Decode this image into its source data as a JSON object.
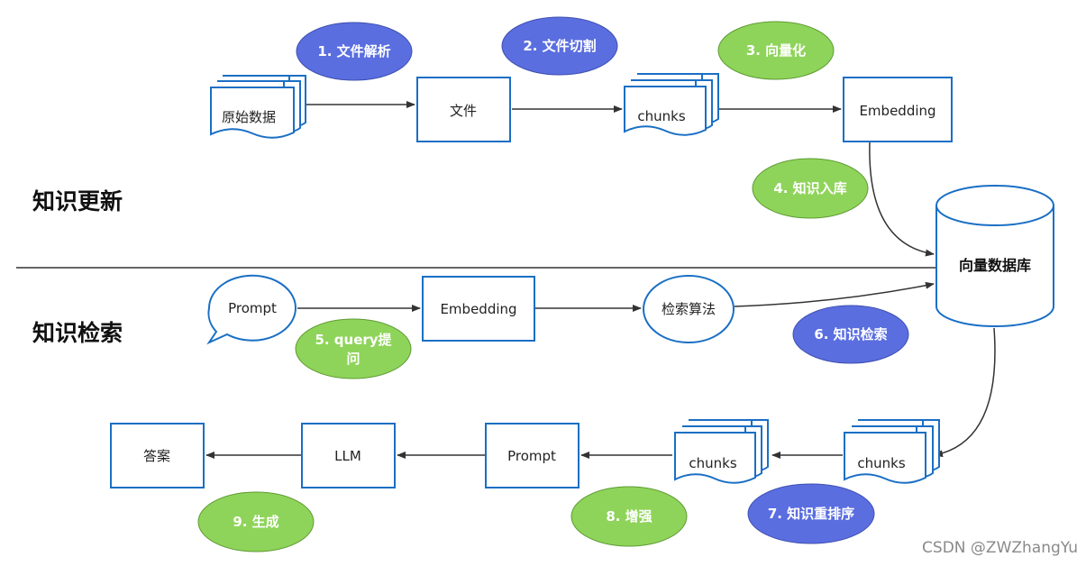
{
  "sections": {
    "update": "知识更新",
    "retrieval": "知识检索"
  },
  "nodes": {
    "raw_data": "原始数据",
    "file": "文件",
    "chunks_top": "chunks",
    "embedding_top": "Embedding",
    "vector_db": "向量数据库",
    "prompt_top": "Prompt",
    "embedding_mid": "Embedding",
    "search_algo": "检索算法",
    "chunks_rerank_in": "chunks",
    "chunks_rerank_out": "chunks",
    "prompt_bottom": "Prompt",
    "llm": "LLM",
    "answer": "答案"
  },
  "steps": {
    "s1": "1. 文件解析",
    "s2": "2. 文件切割",
    "s3": "3. 向量化",
    "s4": "4. 知识入库",
    "s5_line1": "5. query提",
    "s5_line2": "问",
    "s6": "6. 知识检索",
    "s7": "7. 知识重排序",
    "s8": "8. 增强",
    "s9": "9. 生成"
  },
  "colors": {
    "stroke_blue": "#1a6fc4",
    "oval_purple": "#5a6ee0",
    "oval_green": "#8fd45a",
    "arrow": "#333333"
  },
  "watermark": "CSDN @ZWZhangYu"
}
